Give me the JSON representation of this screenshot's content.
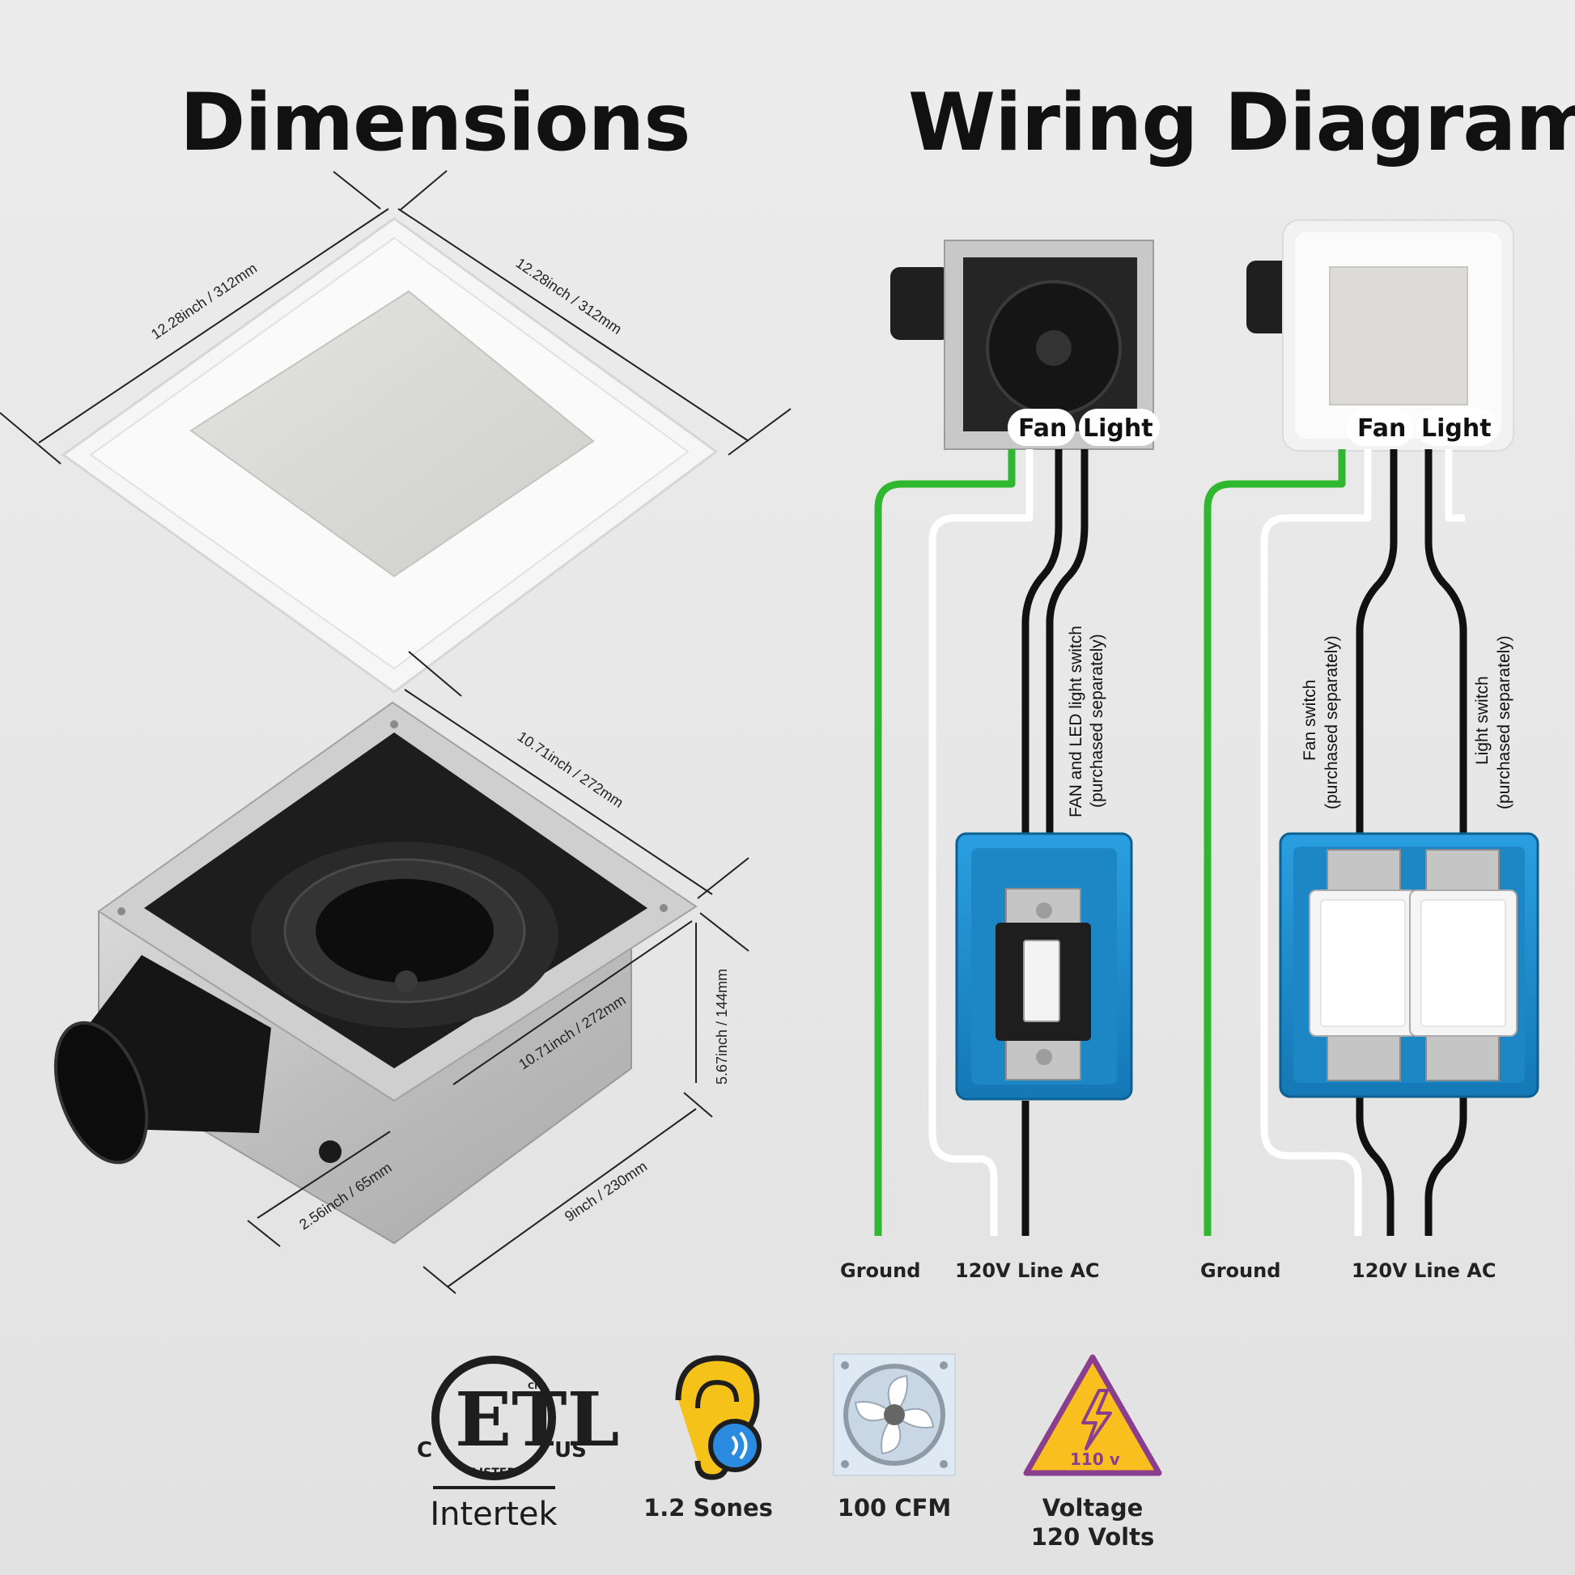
{
  "titles": {
    "dimensions": "Dimensions",
    "wiring": "Wiring Diagram"
  },
  "dimensions": {
    "grille_side_a": "12.28inch / 312mm",
    "grille_side_b": "12.28inch / 312mm",
    "housing_length": "10.71inch / 272mm",
    "housing_width": "10.71inch / 272mm",
    "housing_height": "5.67inch / 144mm",
    "duct_depth": "2.56inch / 65mm",
    "housing_side": "9inch / 230mm"
  },
  "wiring": {
    "left": {
      "tag_fan": "Fan",
      "tag_light": "Light",
      "switch_note_line1": "FAN and LED light switch",
      "switch_note_line2": "(purchased separately)",
      "ground_label": "Ground",
      "line_label": "120V Line AC"
    },
    "right": {
      "tag_fan": "Fan",
      "tag_light": "Light",
      "fan_note_line1": "Fan switch",
      "fan_note_line2": "(purchased separately)",
      "light_note_line1": "Light switch",
      "light_note_line2": "(purchased separately)",
      "ground_label": "Ground",
      "line_label": "120V Line AC"
    },
    "colors": {
      "ground_wire": "#2fb82f",
      "neutral_wire": "#ffffff",
      "hot_wire": "#111111",
      "switch_box": "#1a8fcf"
    }
  },
  "features": {
    "etl_cert": "Intertek",
    "etl_logo_letters": "ETL",
    "etl_logo_left": "C",
    "etl_logo_right": "US",
    "etl_logo_bottom": "LISTED",
    "etl_logo_cm": "CM",
    "sones": "1.2 Sones",
    "cfm": "100 CFM",
    "voltage_line1": "Voltage",
    "voltage_line2": "120 Volts",
    "voltage_icon_text": "110 v",
    "icons": [
      "etl-listed-icon",
      "ear-sound-icon",
      "fan-icon",
      "high-voltage-warning-icon"
    ]
  }
}
